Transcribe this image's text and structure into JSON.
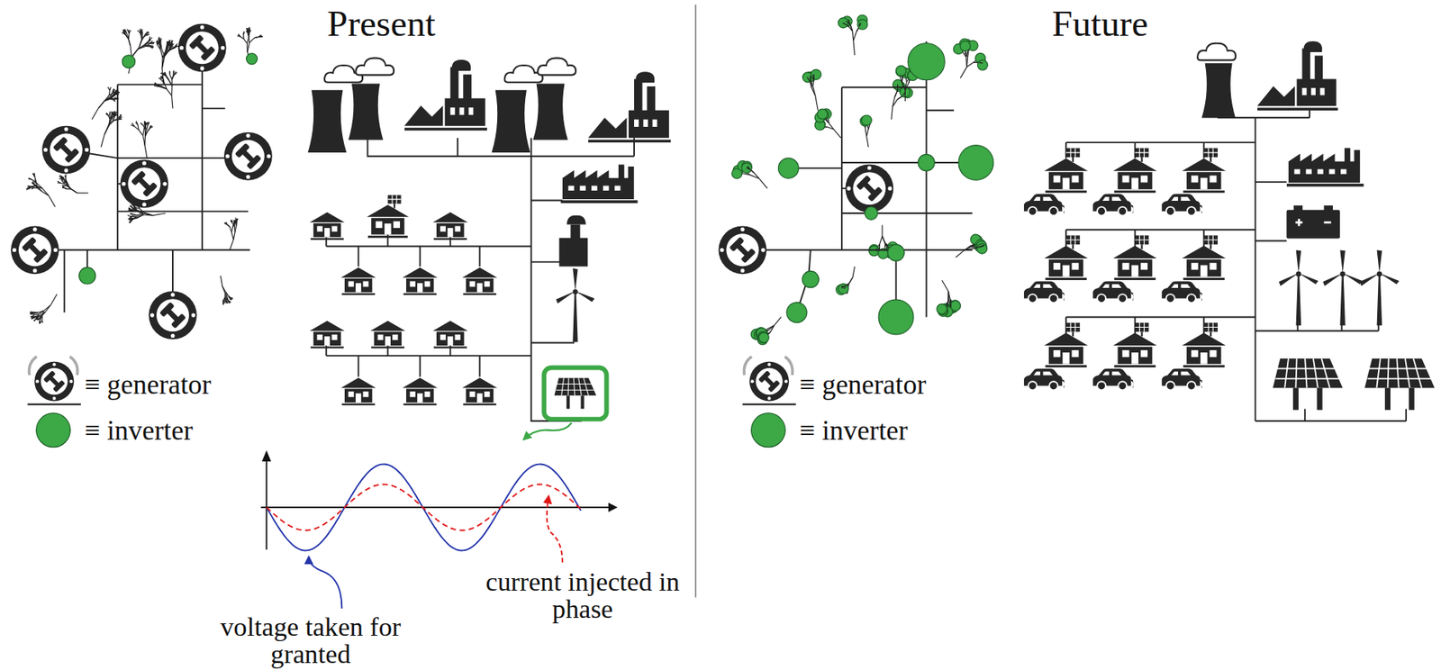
{
  "diagram": {
    "labels": [
      "Present",
      "Future",
      "voltage taken for granted",
      "current injected in phase"
    ],
    "legend": [
      {
        "text": "≡ generator"
      },
      {
        "text": "≡ inverter",
        "color": "#3ca846"
      },
      {
        "text": "≡ generator"
      },
      {
        "text": "≡ inverter",
        "color": "#3ca846"
      }
    ]
  }
}
